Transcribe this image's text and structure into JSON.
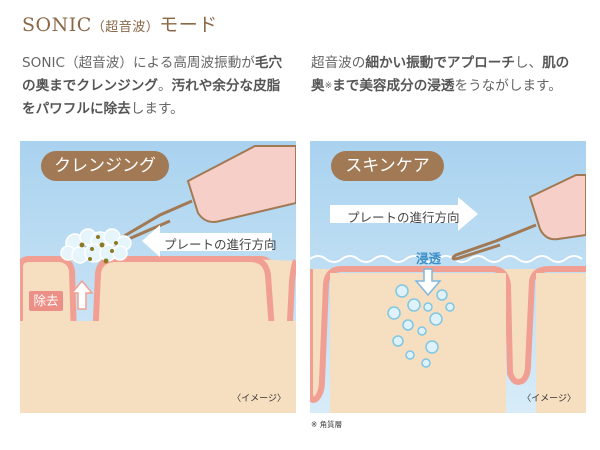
{
  "title": {
    "main": "SONIC",
    "paren": "（超音波）",
    "suffix": "モード"
  },
  "left_description": {
    "line1": [
      "SONIC（超音波）による高周波振動が",
      "毛穴"
    ],
    "line2": [
      "の奥までクレンジング",
      "。",
      "汚れや余分な皮脂"
    ],
    "line3": [
      "をパワフルに除去",
      "します。"
    ]
  },
  "right_description": {
    "line1": [
      "超音波の",
      "細かい振動でアプローチ",
      "し、",
      "肌の"
    ],
    "line2": [
      "奥",
      "※",
      "まで美容成分の浸透",
      "をうながします。"
    ]
  },
  "left_panel": {
    "badge": "クレンジング",
    "direction_label": "プレートの進行方向",
    "removal_label": "除去",
    "image_note": "〈イメージ〉"
  },
  "right_panel": {
    "badge": "スキンケア",
    "direction_label": "プレートの進行方向",
    "penetration_label": "浸透",
    "image_note": "〈イメージ〉"
  },
  "footnote": "※ 角質層",
  "colors": {
    "title": "#8a6848",
    "badge": "#a17955",
    "sky": "#b9dcf3",
    "skin": "#f6dfc0",
    "skin_edge": "#f19f93",
    "device_body": "#f6d0c8",
    "arrow": "#ffffff",
    "red_label": "#ec8f86",
    "blue_label": "#3c8fc8"
  }
}
